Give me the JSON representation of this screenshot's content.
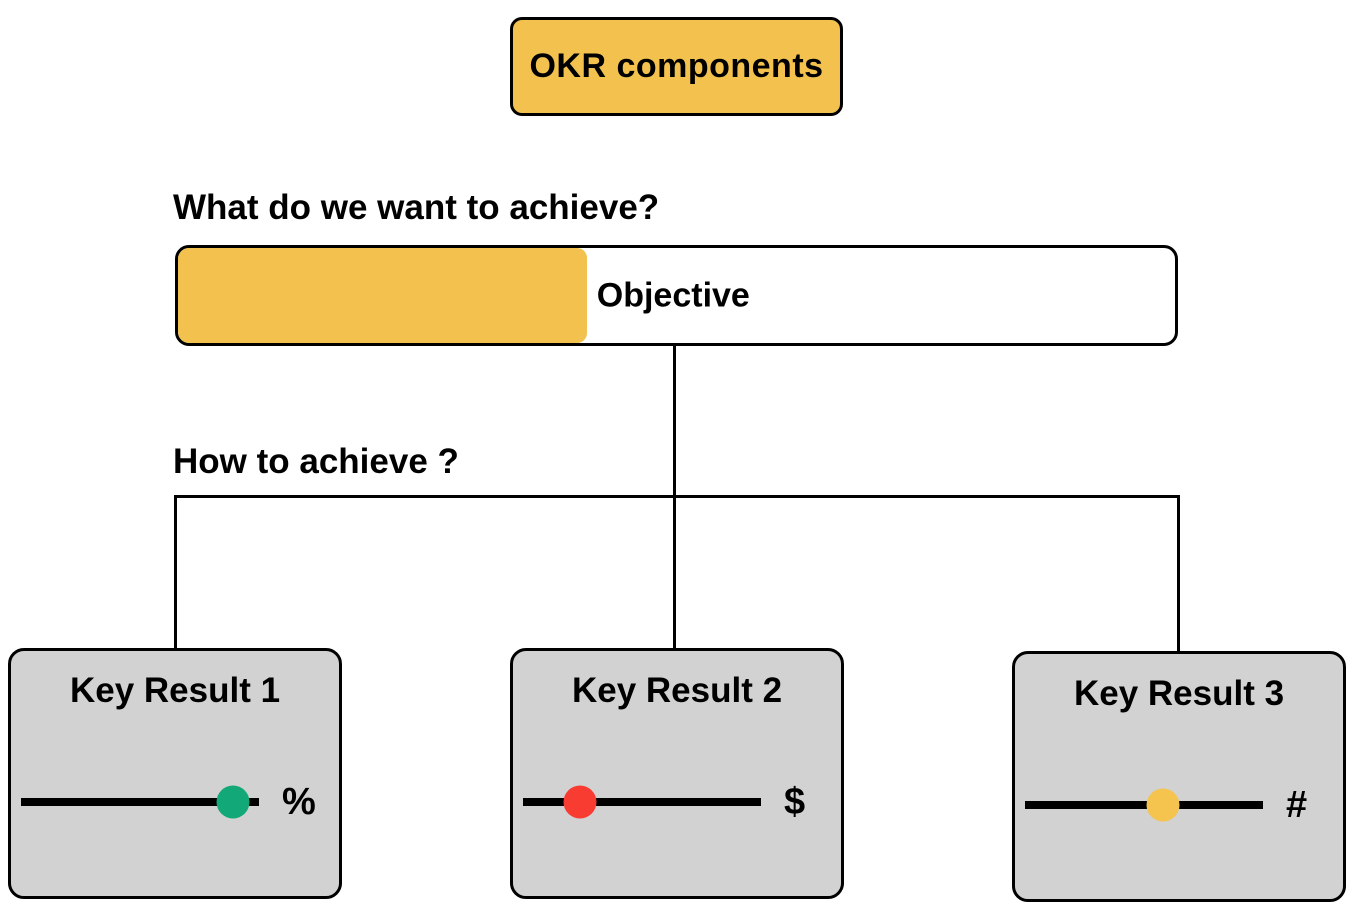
{
  "colors": {
    "amber": "#F2C14E",
    "box_gray": "#D2D2D2",
    "ink": "#000000",
    "canvas_bg": "#FFFFFF"
  },
  "title_box": {
    "label": "OKR components",
    "color": "#F2C14E"
  },
  "questions": {
    "objective": "What do we want to achieve?",
    "key_results": "How to achieve ?"
  },
  "objective": {
    "label": "Objective",
    "fill_color": "#F2C14E",
    "fill_percent": 41
  },
  "key_results": [
    {
      "label": "Key Result 1",
      "metric_symbol": "%",
      "dot_color": "#12A877",
      "dot_position_percent": 89
    },
    {
      "label": "Key Result 2",
      "metric_symbol": "$",
      "dot_color": "#F93C32",
      "dot_position_percent": 24
    },
    {
      "label": "Key Result 3",
      "metric_symbol": "#",
      "dot_color": "#F4C44F",
      "dot_position_percent": 58
    }
  ]
}
